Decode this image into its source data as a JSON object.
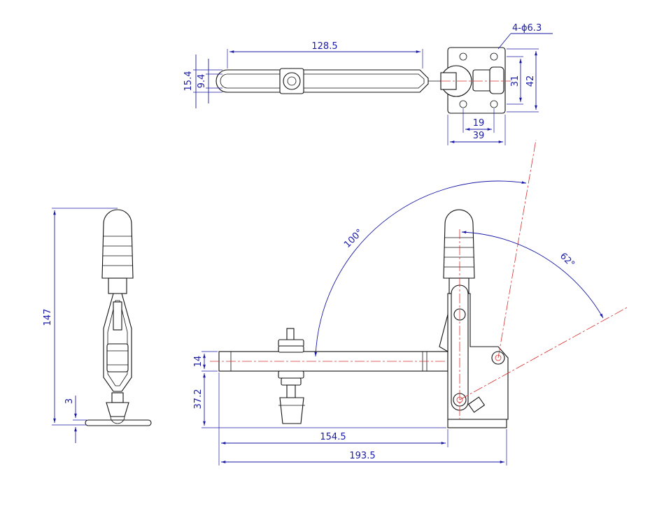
{
  "dimensions": {
    "top_handle_length": "128.5",
    "top_handle_width_outer": "15.4",
    "top_handle_width_inner": "9.4",
    "holes": "4-ϕ6.3",
    "base_height_inner": "31",
    "base_height_outer": "42",
    "base_width_inner": "19",
    "base_width_outer": "39",
    "angle_open": "100°",
    "angle_handle": "62°",
    "side_total_height": "147",
    "side_base_thickness": "3",
    "bar_thickness": "14",
    "bar_height": "37.2",
    "bar_reach": "154.5",
    "total_length": "193.5"
  },
  "colors": {
    "dimension": "#1a1aa8",
    "part": "#111111",
    "centerline": "#d83030"
  }
}
